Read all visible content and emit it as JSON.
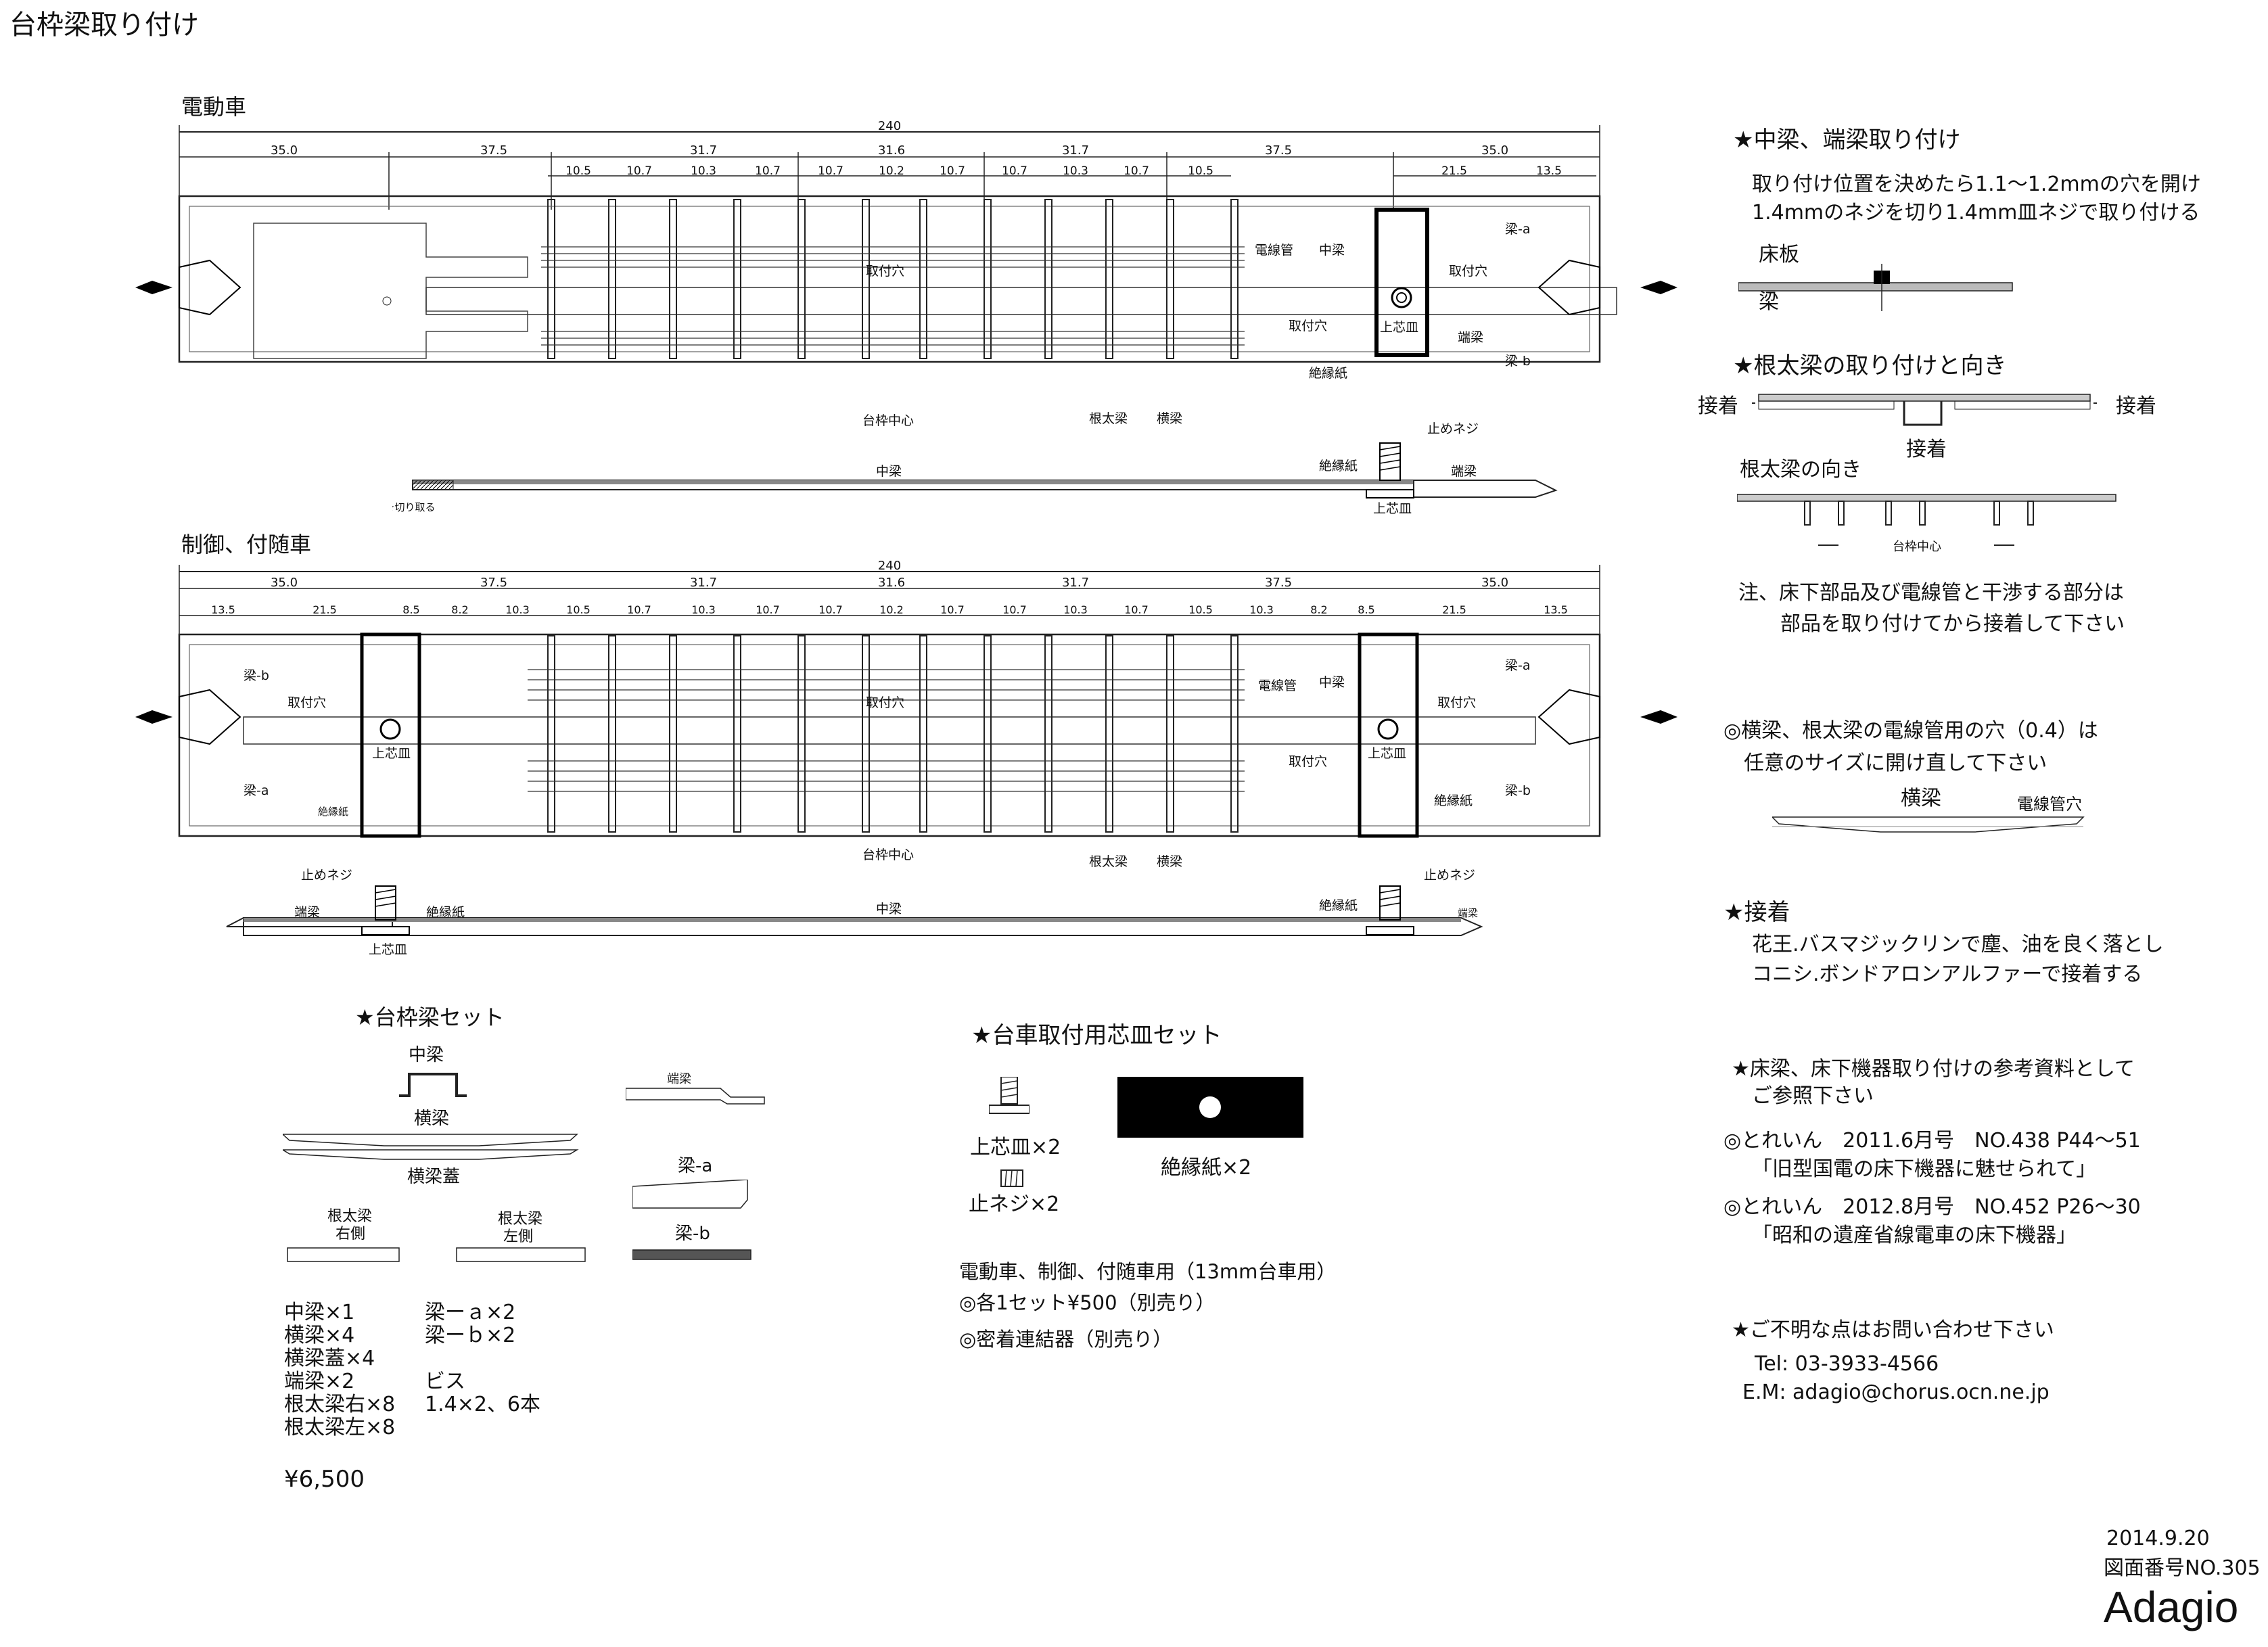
{
  "title": "台枠梁取り付け",
  "motor": {
    "heading": "電動車",
    "total": "240",
    "dims_top": [
      "35.0",
      "37.5",
      "31.7",
      "31.6",
      "31.7",
      "37.5",
      "35.0"
    ],
    "dims_inner": [
      "10.5",
      "10.7",
      "10.3",
      "10.7",
      "10.7",
      "10.2",
      "10.7",
      "10.7",
      "10.3",
      "10.7",
      "10.5"
    ],
    "dims_right": [
      "21.5",
      "13.5"
    ],
    "labels": {
      "torituke_ana1": "取付穴",
      "torituke_ana2": "取付穴",
      "torituke_ana3": "取付穴",
      "densenkan": "電線管",
      "nakahari": "中梁",
      "hari_a": "梁-a",
      "hari_b": "梁-b",
      "tanbari": "端梁",
      "joushinzara": "上芯皿",
      "zetsuenshi": "絶縁紙",
      "daiwaku_chushin": "台枠中心",
      "nebutabari": "根太梁",
      "yokobari": "横梁"
    },
    "side": {
      "tomeneji": "止めネジ",
      "zetsuenshi": "絶縁紙",
      "nakahari": "中梁",
      "tanbari": "端梁",
      "joushinzara": "上芯皿",
      "cut_note": "★切り取る"
    }
  },
  "control": {
    "heading": "制御、付随車",
    "total": "240",
    "dims_top": [
      "35.0",
      "37.5",
      "31.7",
      "31.6",
      "31.7",
      "37.5",
      "35.0"
    ],
    "dims_inner": [
      "13.5",
      "21.5",
      "8.5",
      "8.2",
      "10.3",
      "10.5",
      "10.7",
      "10.3",
      "10.7",
      "10.7",
      "10.2",
      "10.7",
      "10.7",
      "10.3",
      "10.7",
      "10.5",
      "10.3",
      "8.2",
      "8.5",
      "21.5",
      "13.5"
    ],
    "labels": {
      "hari_b_l": "梁-b",
      "hari_a_l": "梁-a",
      "torituke_ana_l": "取付穴",
      "torituke_ana_c": "取付穴",
      "torituke_ana_r1": "取付穴",
      "torituke_ana_r2": "取付穴",
      "joushinzara_l": "上芯皿",
      "joushinzara_r": "上芯皿",
      "zetsuenshi_l": "絶縁紙",
      "zetsuenshi_r": "絶縁紙",
      "densenkan": "電線管",
      "nakahari": "中梁",
      "hari_a_r": "梁-a",
      "hari_b_r": "梁-b",
      "daiwaku_chushin": "台枠中心",
      "nebutabari": "根太梁",
      "yokobari": "横梁"
    },
    "side": {
      "tomeneji_l": "止めネジ",
      "tomeneji_r": "止めネジ",
      "tanbari_l": "端梁",
      "tanbari_r": "端梁",
      "zetsuenshi_l": "絶縁紙",
      "zetsuenshi_r": "絶縁紙",
      "nakahari": "中梁",
      "joushinzara": "上芯皿"
    }
  },
  "right": {
    "s1_title": "★中梁、端梁取り付け",
    "s1_line1": "取り付け位置を決めたら1.1～1.2mmの穴を開け",
    "s1_line2": "1.4mmのネジを切り1.4mm皿ネジで取り付ける",
    "s1_yuka": "床板",
    "s1_hari": "梁",
    "s2_title": "★根太梁の取り付けと向き",
    "s2_setchaku_l": "接着",
    "s2_setchaku_r": "接着",
    "s2_setchaku_c": "接着",
    "s2_muki": "根太梁の向き",
    "s2_chushin": "台枠中心",
    "note1": "注、床下部品及び電線管と干渉する部分は",
    "note2": "部品を取り付けてから接着して下さい",
    "s3_line1": "◎横梁、根太梁の電線管用の穴（0.4）は",
    "s3_line2": "任意のサイズに開け直して下さい",
    "s3_yokobari": "横梁",
    "s3_densenkan_ana": "電線管穴",
    "s4_title": "★接着",
    "s4_line1": "花王.バスマジックリンで塵、油を良く落とし",
    "s4_line2": "コニシ.ボンドアロンアルファーで接着する",
    "s5_line1": "★床梁、床下機器取り付けの参考資料として",
    "s5_line2": "ご参照下さい",
    "s5_ref1": "◎とれいん　2011.6月号　NO.438 P44～51",
    "s5_ref1b": "「旧型国電の床下機器に魅せられて」",
    "s5_ref2": "◎とれいん　2012.8月号　NO.452 P26～30",
    "s5_ref2b": "「昭和の遺産省線電車の床下機器」",
    "s6_title": "★ご不明な点はお問い合わせ下さい",
    "s6_tel": "Tel: 03-3933-4566",
    "s6_em": "E.M: adagio@chorus.ocn.ne.jp"
  },
  "set1": {
    "title": "★台枠梁セット",
    "nakahari": "中梁",
    "yokobari": "横梁",
    "yokobari_futa": "横梁蓋",
    "nebuta_migi_1": "根太梁",
    "nebuta_migi_2": "右側",
    "nebuta_hidari_1": "根太梁",
    "nebuta_hidari_2": "左側",
    "tanbari": "端梁",
    "hari_a": "梁-a",
    "hari_b": "梁-b",
    "list_left": [
      "中梁×1",
      "横梁×4",
      "横梁蓋×4",
      "端梁×2",
      "根太梁右×8",
      "根太梁左×8"
    ],
    "list_right": [
      "梁ーａ×2",
      "梁ーｂ×2",
      "",
      "ビス",
      "1.4×2、6本"
    ],
    "price": "¥6,500"
  },
  "set2": {
    "title": "★台車取付用芯皿セット",
    "joushinzara": "上芯皿×2",
    "tomeneji": "止ネジ×2",
    "zetsuenshi": "絶縁紙×2",
    "line1": "電動車、制御、付随車用（13mm台車用）",
    "line2": "◎各1セット¥500（別売り）",
    "line3": "◎密着連結器（別売り）"
  },
  "footer": {
    "date": "2014.9.20",
    "drawing_no": "図面番号NO.305",
    "brand": "Adagio"
  }
}
